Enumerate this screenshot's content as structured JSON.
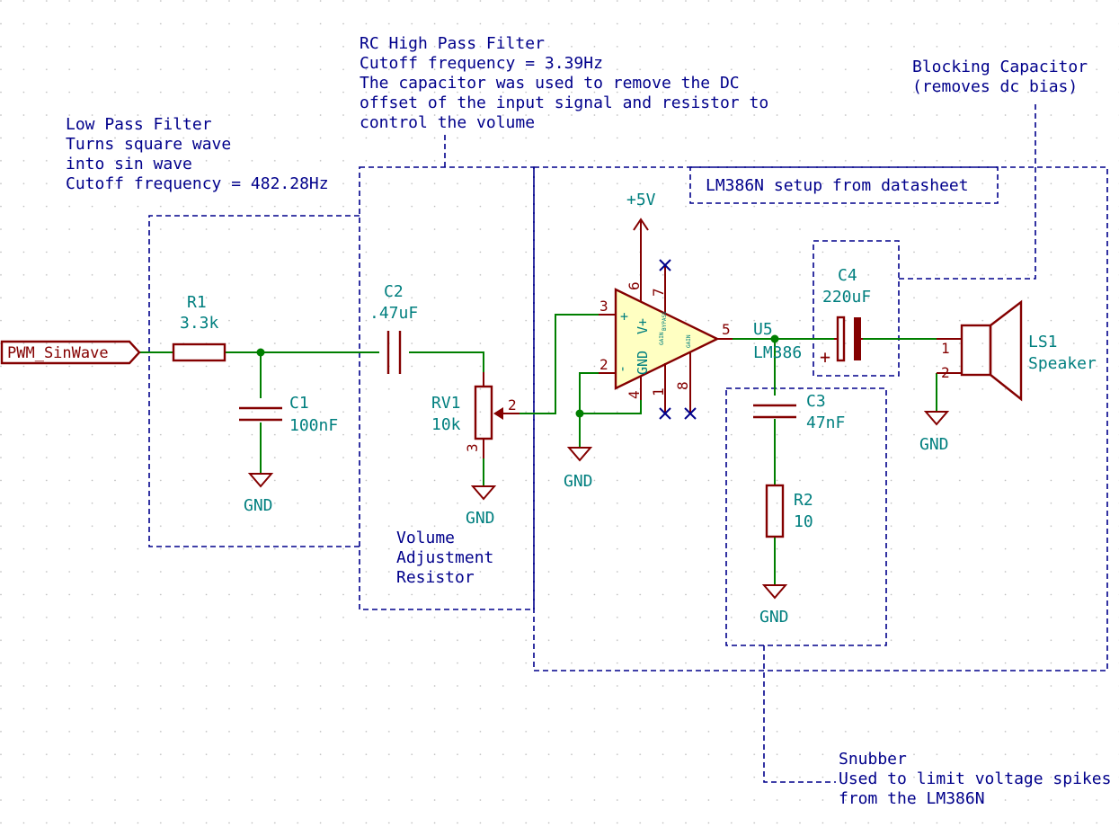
{
  "notes": {
    "low_pass": [
      "Low Pass Filter",
      "Turns square wave",
      "into sin wave",
      "Cutoff frequency = 482.28Hz"
    ],
    "high_pass": [
      "RC High Pass Filter",
      "Cutoff frequency = 3.39Hz",
      "The capacitor was used to remove the DC",
      "offset of the input signal and resistor to",
      "control the volume"
    ],
    "blocking": [
      "Blocking Capacitor",
      "(removes dc bias)"
    ],
    "lm386_setup": "LM386N setup from datasheet",
    "volume": [
      "Volume",
      "Adjustment",
      "Resistor"
    ],
    "snubber": [
      "Snubber",
      "Used to limit voltage spikes",
      "from the LM386N"
    ]
  },
  "input_label": "PWM_SinWave",
  "components": {
    "r1": {
      "ref": "R1",
      "value": "3.3k"
    },
    "c1": {
      "ref": "C1",
      "value": "100nF"
    },
    "c2": {
      "ref": "C2",
      "value": ".47uF"
    },
    "rv1": {
      "ref": "RV1",
      "value": "10k",
      "pins": [
        "2",
        "3"
      ]
    },
    "u5": {
      "ref": "U5",
      "value": "LM386",
      "pins": [
        "3",
        "2",
        "6",
        "7",
        "5",
        "4",
        "1",
        "8"
      ],
      "pin_names": [
        "+",
        "-",
        "GND",
        "V+",
        "GAIN",
        "BYPASS",
        "GAIN"
      ]
    },
    "c4": {
      "ref": "C4",
      "value": "220uF",
      "polarity": "+"
    },
    "c3": {
      "ref": "C3",
      "value": "47nF"
    },
    "r2": {
      "ref": "R2",
      "value": "10"
    },
    "ls1": {
      "ref": "LS1",
      "value": "Speaker",
      "pins": [
        "1",
        "2"
      ]
    }
  },
  "power": {
    "vcc": "+5V",
    "gnd": "GND"
  },
  "colors": {
    "wire": "#007f00",
    "component": "#840000",
    "note": "#00008b",
    "reference": "#007f7f",
    "body_fill": "#ffffc2"
  }
}
